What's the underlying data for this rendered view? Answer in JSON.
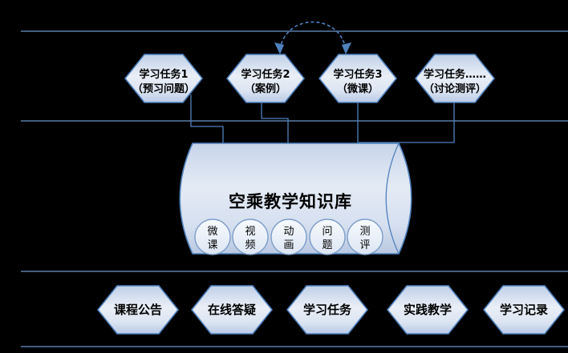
{
  "colors": {
    "background": "#000000",
    "lane_line": "#5b7ca8",
    "connector": "#4f81bd",
    "shape_border": "#4f81bd",
    "shape_fill_light": "#e9eef7",
    "shape_fill_dark": "#bfd0e8",
    "text": "#000000"
  },
  "task_hexagons": [
    {
      "line1": "学习任务1",
      "line2": "（预习问题）"
    },
    {
      "line1": "学习任务2",
      "line2": "（案例）"
    },
    {
      "line1": "学习任务3",
      "line2": "（微课）"
    },
    {
      "line1": "学习任务……",
      "line2": "（讨论测评）"
    }
  ],
  "knowledge_base": {
    "title": "空乘教学知识库",
    "resources": [
      {
        "char1": "微",
        "char2": "课"
      },
      {
        "char1": "视",
        "char2": "频"
      },
      {
        "char1": "动",
        "char2": "画"
      },
      {
        "char1": "问",
        "char2": "题"
      },
      {
        "char1": "测",
        "char2": "评"
      }
    ]
  },
  "bottom_hexagons": [
    {
      "label": "课程公告"
    },
    {
      "label": "在线答疑"
    },
    {
      "label": "学习任务"
    },
    {
      "label": "实践教学"
    },
    {
      "label": "学习记录"
    }
  ]
}
